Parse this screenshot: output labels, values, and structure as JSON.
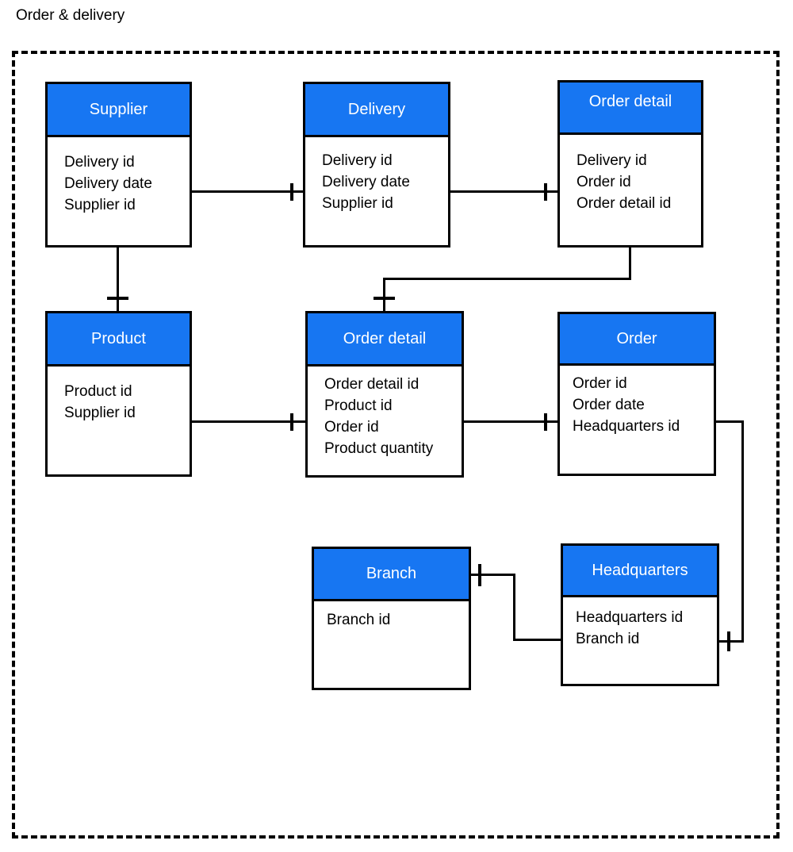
{
  "page_title": "Order & delivery",
  "colors": {
    "header_blue": "#1776f2",
    "line_black": "#000000",
    "header_text": "#ffffff",
    "body_text": "#000000",
    "background": "#ffffff"
  },
  "entities": [
    {
      "id": "supplier",
      "title": "Supplier",
      "attributes": [
        "Delivery id",
        "Delivery date",
        "Supplier id"
      ]
    },
    {
      "id": "delivery",
      "title": "Delivery",
      "attributes": [
        "Delivery id",
        "Delivery date",
        "Supplier id"
      ]
    },
    {
      "id": "order-detail-top",
      "title": "Order detail",
      "attributes": [
        "Delivery id",
        "Order id",
        "Order detail id"
      ]
    },
    {
      "id": "product",
      "title": "Product",
      "attributes": [
        "Product id",
        "Supplier id"
      ]
    },
    {
      "id": "order-detail",
      "title": "Order detail",
      "attributes": [
        "Order detail id",
        "Product id",
        "Order id",
        "Product quantity"
      ]
    },
    {
      "id": "order",
      "title": "Order",
      "attributes": [
        "Order id",
        "Order date",
        "Headquarters id"
      ]
    },
    {
      "id": "branch",
      "title": "Branch",
      "attributes": [
        "Branch id"
      ]
    },
    {
      "id": "headquarters",
      "title": "Headquarters",
      "attributes": [
        "Headquarters id",
        "Branch id"
      ]
    }
  ],
  "relationships": [
    {
      "from": "Supplier",
      "to": "Delivery",
      "marker": "one-tick at Delivery end"
    },
    {
      "from": "Delivery",
      "to": "Order detail (top)",
      "marker": "one-tick at Order detail end"
    },
    {
      "from": "Supplier",
      "to": "Product",
      "marker": "one-tick at Product end"
    },
    {
      "from": "Order detail (top)",
      "to": "Order detail",
      "marker": "one-tick at Order detail end"
    },
    {
      "from": "Product",
      "to": "Order detail",
      "marker": "one-tick at Order detail end"
    },
    {
      "from": "Order detail",
      "to": "Order",
      "marker": "one-tick at Order end"
    },
    {
      "from": "Branch",
      "to": "Headquarters",
      "marker": "one-tick at Branch end"
    },
    {
      "from": "Order",
      "to": "Headquarters",
      "marker": "one-tick at Headquarters end"
    }
  ]
}
